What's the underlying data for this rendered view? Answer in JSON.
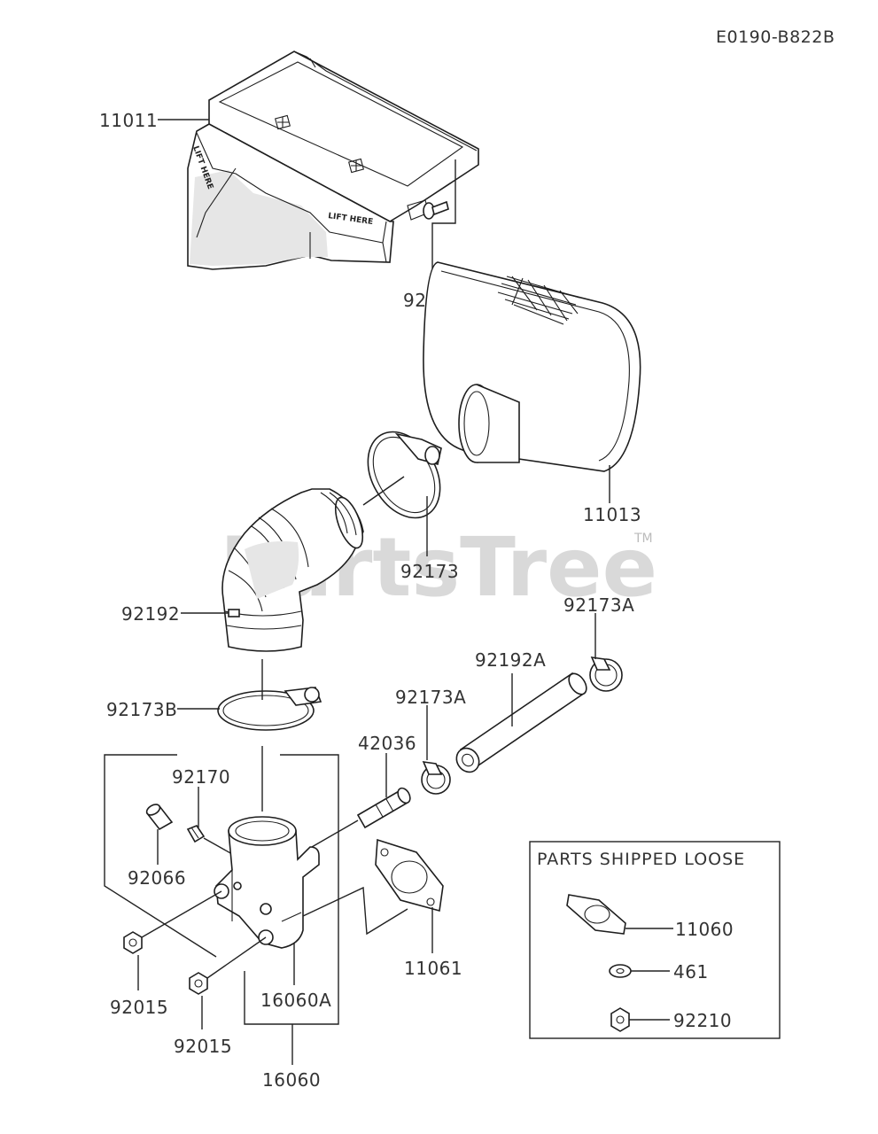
{
  "diagram_code": "E0190-B822B",
  "watermark": {
    "text": "PartsTree",
    "trademark": "TM"
  },
  "stamps": {
    "lift_here": "LIFT HERE"
  },
  "parts_loose_box": {
    "title": "PARTS SHIPPED LOOSE"
  },
  "labels": {
    "p11011": "11011",
    "p92009": "92009",
    "p11013": "11013",
    "p92173": "92173",
    "p92192": "92192",
    "p92173A_top": "92173A",
    "p92192A": "92192A",
    "p92173B": "92173B",
    "p92173A_mid": "92173A",
    "p42036": "42036",
    "p92170": "92170",
    "p92066": "92066",
    "p11061": "11061",
    "p92015_a": "92015",
    "p16060A": "16060A",
    "p92015_b": "92015",
    "p16060": "16060",
    "p11060": "11060",
    "p461": "461",
    "p92210": "92210"
  }
}
